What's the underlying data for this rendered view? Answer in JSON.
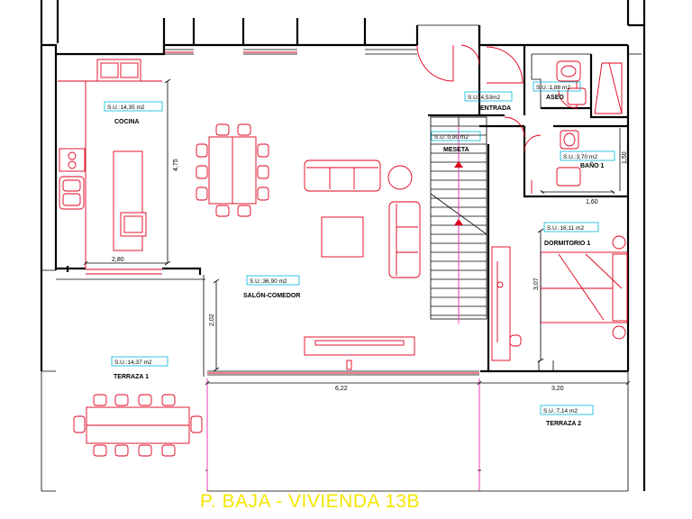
{
  "title": "P. BAJA - VIVIENDA 13B",
  "rooms": {
    "cocina": {
      "name": "COCINA",
      "area": "S.U.:14,35 m2"
    },
    "salon": {
      "name": "SALÓN-COMEDOR",
      "area": "S.U.:36,90 m2"
    },
    "meseta": {
      "name": "MESETA",
      "area": "S.U.:0,90 m2"
    },
    "entrada": {
      "name": "ENTRADA",
      "area": "S.U.:4,53m2"
    },
    "aseo": {
      "name": "ASEO",
      "area": "S.U.:1,88 m2"
    },
    "bano": {
      "name": "BAÑO 1",
      "area": "S.U.:3,70 m2"
    },
    "dormitorio": {
      "name": "DORMITORIO 1",
      "area": "S.U.:16,11 m2"
    },
    "terraza1": {
      "name": "TERRAZA 1",
      "area": "S.U.:14,37 m2"
    },
    "terraza2": {
      "name": "TERRAZA 2",
      "area": "S.U.:7,14 m2"
    }
  },
  "dimensions": {
    "kitchen_height": "4,75",
    "kitchen_width": "2,80",
    "salon_side": "2,02",
    "salon_width": "6,22",
    "terraza2_width": "3,20",
    "bano_width": "1,60",
    "bano_height": "1,50",
    "dormitorio_height": "3,07"
  },
  "colors": {
    "walls": "#000000",
    "furniture": "#e0001b",
    "area_box": "#00b8d8",
    "axis": "#ff40c0",
    "title": "#f4e600"
  }
}
